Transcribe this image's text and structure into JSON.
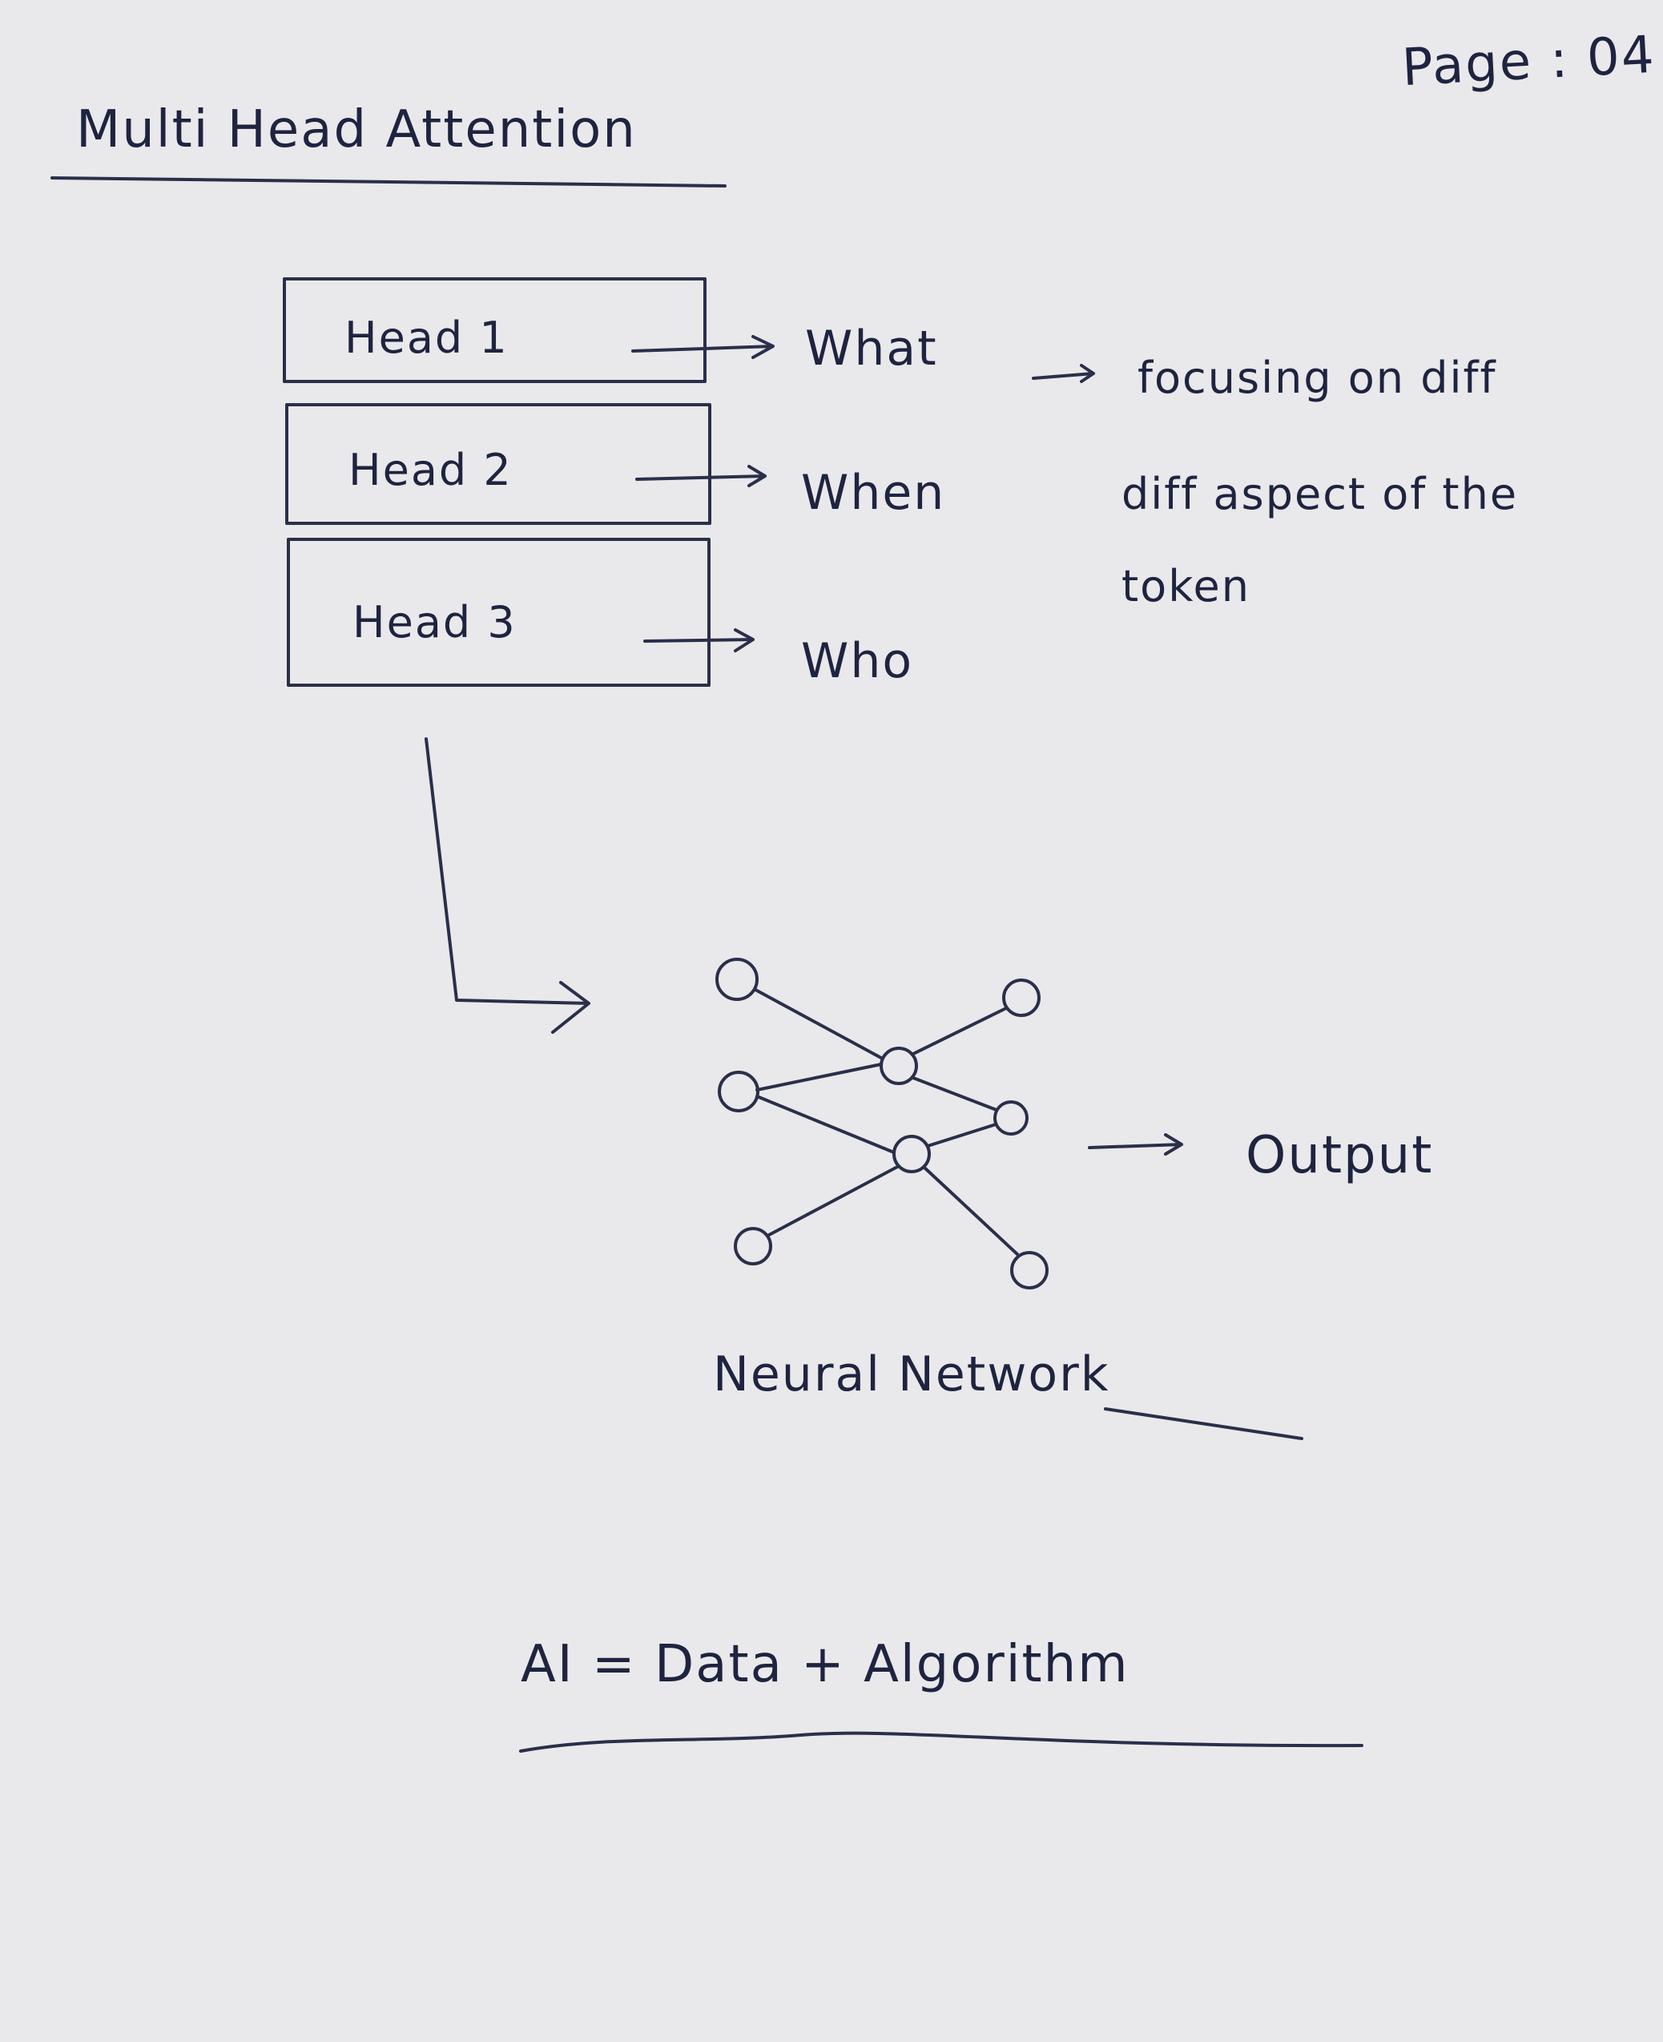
{
  "page_label": "Page : 04",
  "title": "Multi Head Attention",
  "heads": [
    {
      "label": "Head 1",
      "output": "What"
    },
    {
      "label": "Head 2",
      "output": "When"
    },
    {
      "label": "Head 3",
      "output": "Who"
    }
  ],
  "note": {
    "line_1": "focusing on diff",
    "line_2": "diff aspect of the",
    "line_3": "token"
  },
  "output_label": "Output",
  "network_label": "Neural Network",
  "formula": "AI = Data + Algorithm",
  "colors": {
    "paper": "#e9e9ec",
    "ink": "#1e2440"
  }
}
